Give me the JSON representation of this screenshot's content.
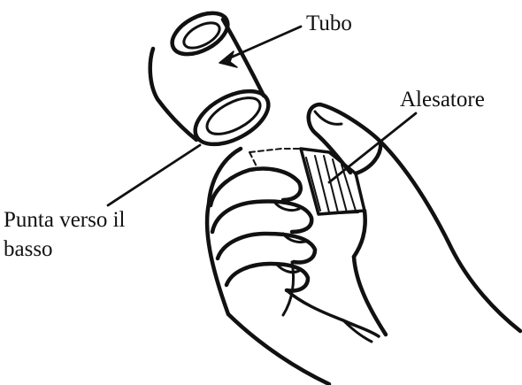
{
  "labels": {
    "tube": "Tubo",
    "reamer": "Alesatore",
    "tip_down_line1": "Punta verso il",
    "tip_down_line2": "basso"
  },
  "colors": {
    "ink": "#111111",
    "background": "#ffffff"
  }
}
